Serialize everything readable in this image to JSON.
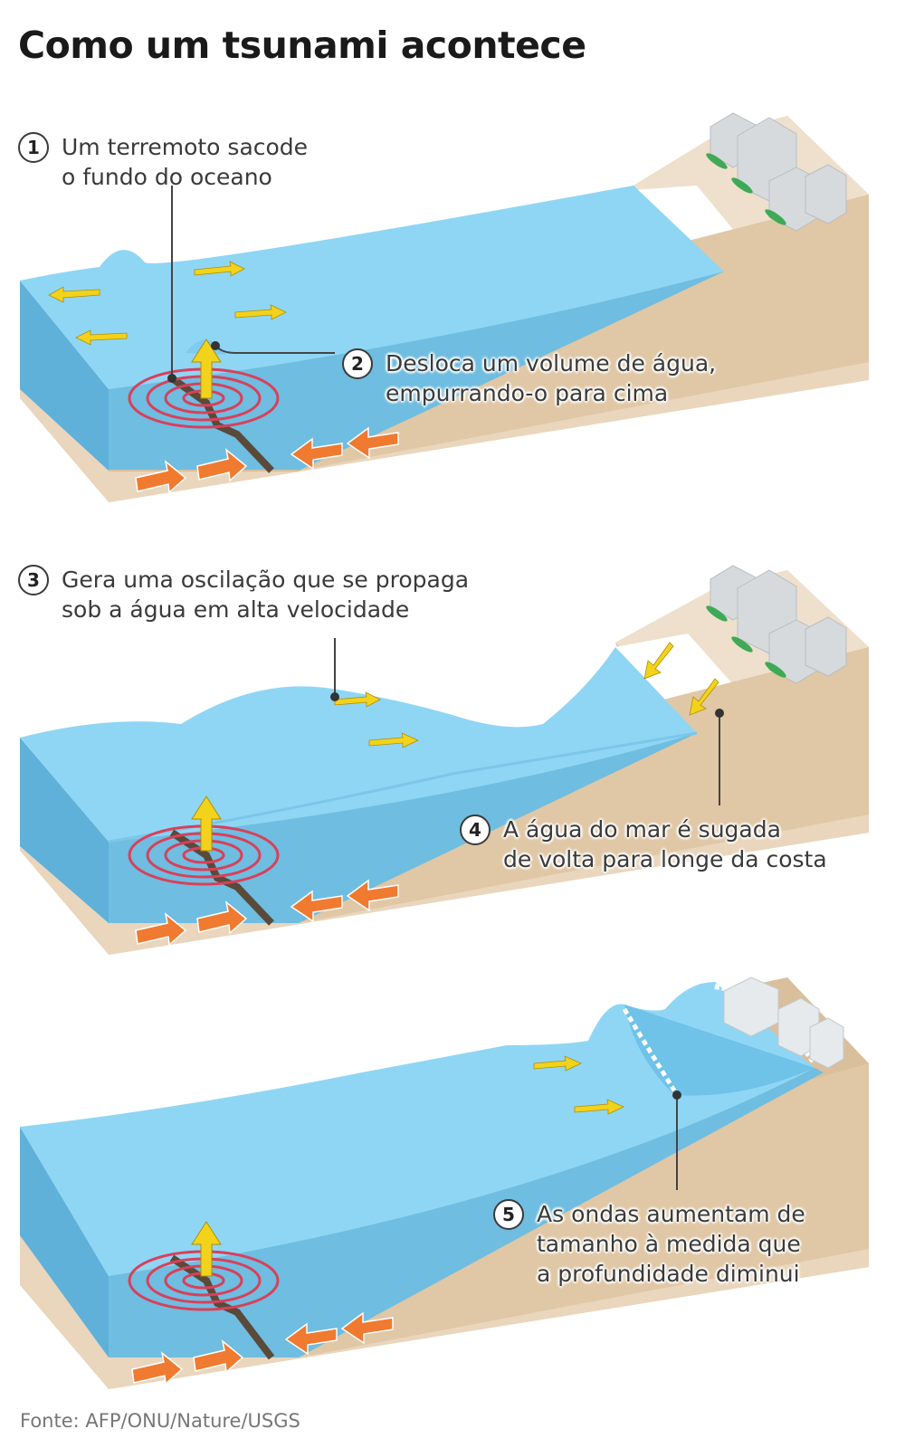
{
  "title": "Como um tsunami acontece",
  "steps": [
    {
      "num": "1",
      "lines": [
        "Um terremoto sacode",
        "o fundo do oceano"
      ]
    },
    {
      "num": "2",
      "lines": [
        "Desloca um volume de água,",
        "empurrando-o para cima"
      ]
    },
    {
      "num": "3",
      "lines": [
        "Gera uma oscilação que se propaga",
        "sob a água em alta velocidade"
      ]
    },
    {
      "num": "4",
      "lines": [
        "A água do mar é sugada",
        "de volta para longe da costa"
      ]
    },
    {
      "num": "5",
      "lines": [
        "As ondas aumentam de",
        "tamanho à medida que",
        "a profundidade diminui"
      ]
    }
  ],
  "source": "Fonte: AFP/ONU/Nature/USGS",
  "colors": {
    "water_top": "#8fd6f5",
    "water_front": "#6fbde0",
    "sand": "#e9d6bd",
    "sand_dark": "#d9bf9c",
    "fault": "#5a4a3a",
    "epicenter": "#d9405a",
    "arrow_orange": "#f07a30",
    "arrow_yellow": "#f3d21c",
    "city": "#d6dadd"
  }
}
